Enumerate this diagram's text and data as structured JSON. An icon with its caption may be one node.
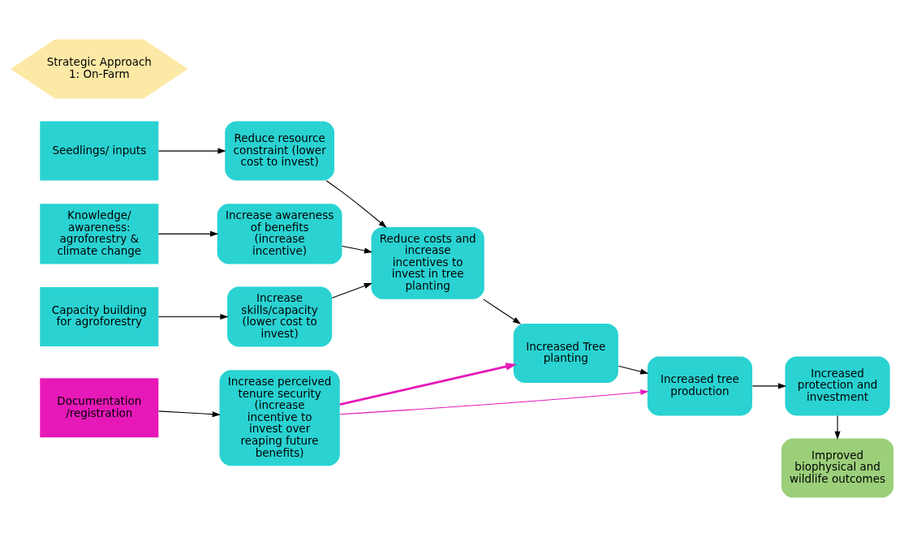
{
  "diagram": {
    "nodes": [
      {
        "text": [
          "Strategic Approach 1: On-Farm"
        ]
      },
      {
        "text": [
          "Seedlings/ inputs"
        ]
      },
      {
        "text": [
          "Knowledge/ awareness: agroforestry & climate change"
        ]
      },
      {
        "text": [
          "Capacity building for agroforestry"
        ]
      },
      {
        "text": [
          "Documentation /registration"
        ]
      },
      {
        "text": [
          "Reduce resource constraint (lower cost to invest)"
        ]
      },
      {
        "text": [
          "Increase awareness of benefits (increase incentive)"
        ]
      },
      {
        "text": [
          "Increase skills/capacity (lower cost to invest)"
        ]
      },
      {
        "text": [
          "Increase perceived tenure security (increase incentive to invest over reaping future benefits)"
        ]
      },
      {
        "text": [
          "Reduce costs and increase incentives to invest in tree planting"
        ]
      },
      {
        "text": [
          "Increased Tree planting"
        ]
      },
      {
        "text": [
          "Increased tree production"
        ]
      },
      {
        "text": [
          "Increased protection and investment"
        ]
      },
      {
        "text": [
          "Improved biophysical and wildlife outcomes"
        ]
      }
    ],
    "edges": [
      {
        "from": 1,
        "to": 5,
        "arrow": "to"
      },
      {
        "from": 2,
        "to": 6,
        "arrow": "to"
      },
      {
        "from": 3,
        "to": 7,
        "arrow": "to"
      },
      {
        "from": 4,
        "to": 8,
        "arrow": "to"
      },
      {
        "from": 5,
        "to": 9,
        "arrow": "to"
      },
      {
        "from": 6,
        "to": 9,
        "arrow": "to"
      },
      {
        "from": 7,
        "to": 9,
        "arrow": "to"
      },
      {
        "from": 9,
        "to": 10,
        "arrow": "to"
      },
      {
        "from": 10,
        "to": 11,
        "arrow": "to"
      },
      {
        "from": 11,
        "to": 12,
        "arrow": "to"
      },
      {
        "from": 12,
        "to": 13,
        "arrow": "to"
      },
      {
        "from": 8,
        "to": 10,
        "arrow": "to",
        "style": "thick",
        "color": "#e619b8"
      },
      {
        "from": 8,
        "to": 11,
        "arrow": "to",
        "color": "#e619b8"
      }
    ]
  }
}
